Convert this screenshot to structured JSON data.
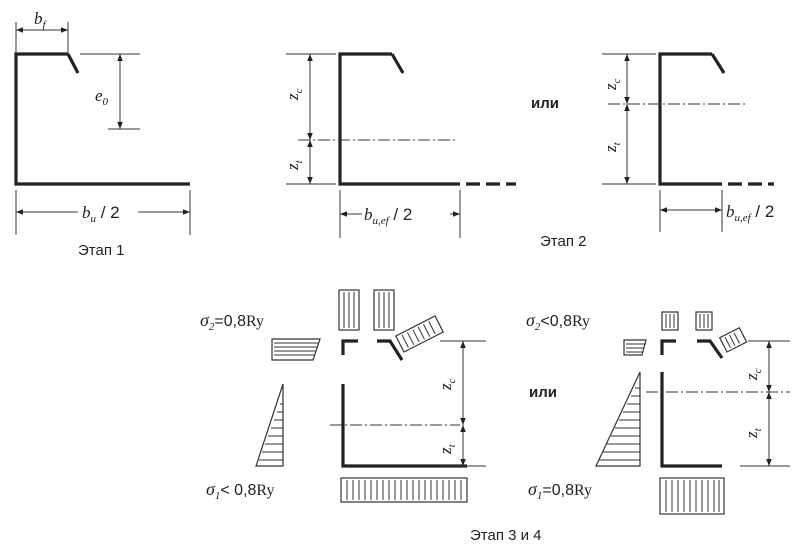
{
  "labels": {
    "bf": "b",
    "bf_sub": "f",
    "e0": "e",
    "e0_sub": "0",
    "bu": "b",
    "bu_sub": "u",
    "bu_tail": " / 2",
    "zc": "z",
    "zc_sub": "c",
    "zt": "z",
    "zt_sub": "t",
    "buef": "b",
    "buef_sub": "u,ef",
    "buef_tail": " / 2",
    "ili": "или",
    "stage1": "Этап 1",
    "stage2": "Этап 2",
    "stage34": "Этап 3 и 4",
    "sigma": "σ",
    "s2_sub": "2",
    "s1_sub": "1",
    "s2_eq": "=0,8",
    "s2_lt": "<0,8",
    "s1_lt": "< 0,8",
    "s1_eq": "=0,8",
    "ry": "Ry"
  }
}
